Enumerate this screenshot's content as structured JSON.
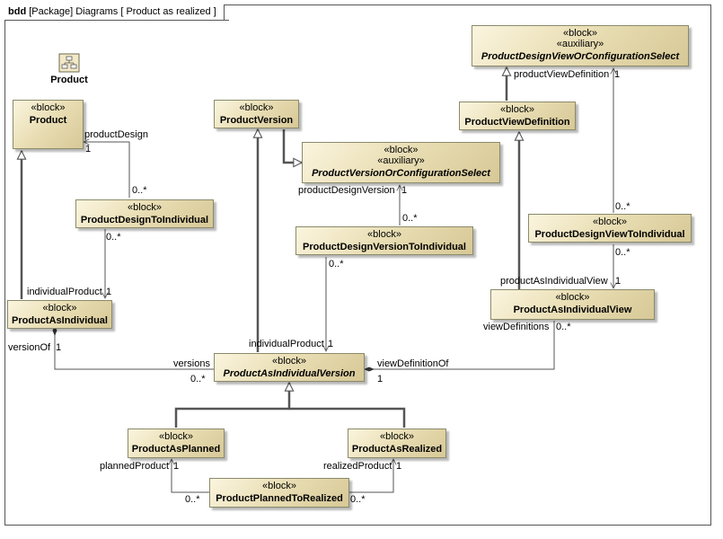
{
  "frame": {
    "kind": "bdd",
    "title": "[Package] Diagrams [ Product as realized ]"
  },
  "package": {
    "name": "Product",
    "icon": "package-diagram-icon"
  },
  "stereotypes": {
    "block": "«block»",
    "auxiliary": "«auxiliary»"
  },
  "blocks": {
    "product": {
      "name": "Product"
    },
    "product_version": {
      "name": "ProductVersion"
    },
    "product_view_definition": {
      "name": "ProductViewDefinition"
    },
    "product_design_view_select": {
      "name": "ProductDesignViewOrConfigurationSelect"
    },
    "product_version_select": {
      "name": "ProductVersionOrConfigurationSelect"
    },
    "product_design_to_individual": {
      "name": "ProductDesignToIndividual"
    },
    "product_design_version_to_individual": {
      "name": "ProductDesignVersionToIndividual"
    },
    "product_design_view_to_individual": {
      "name": "ProductDesignViewToIndividual"
    },
    "product_as_individual": {
      "name": "ProductAsIndividual"
    },
    "product_as_individual_view": {
      "name": "ProductAsIndividualView"
    },
    "product_as_individual_version": {
      "name": "ProductAsIndividualVersion"
    },
    "product_as_planned": {
      "name": "ProductAsPlanned"
    },
    "product_as_realized": {
      "name": "ProductAsRealized"
    },
    "product_planned_to_realized": {
      "name": "ProductPlannedToRealized"
    }
  },
  "labels": {
    "product_design": "productDesign",
    "one": "1",
    "many": "0..*",
    "individual_product": "individualProduct",
    "version_of": "versionOf",
    "versions": "versions",
    "product_design_version": "productDesignVersion",
    "view_definition_of": "viewDefinitionOf",
    "view_definitions": "viewDefinitions",
    "product_as_individual_view": "productAsIndividualView",
    "product_view_definition": "productViewDefinition",
    "planned_product": "plannedProduct",
    "realized_product": "realizedProduct"
  },
  "colors": {
    "block_fill_light": "#fbf5df",
    "block_fill_dark": "#d7c896",
    "line": "#555555"
  }
}
